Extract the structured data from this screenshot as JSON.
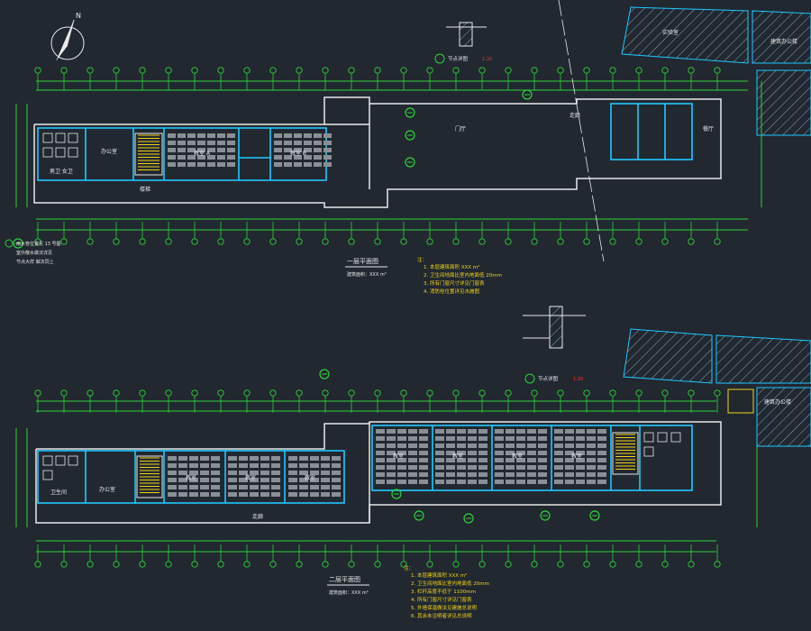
{
  "drawing": {
    "top_plan": {
      "title": "一层平面图",
      "scale_note": "建筑面积：XXX m²",
      "labels": {
        "rest_room": "男卫 女卫",
        "office_a": "办公室",
        "classroom_a": "教室 A",
        "classroom_b": "教室 B",
        "hall": "门厅",
        "corridor": "走廊",
        "dining": "餐厅",
        "neighbor_a": "实验室",
        "neighbor_b": "建筑办公楼",
        "stair": "楼梯"
      },
      "notes_title": "注：",
      "notes": [
        "1. 本层建筑面积 XXX m²",
        "2. 卫生间地面比室内地面低 20mm",
        "3. 所有门窗尺寸详见门窗表",
        "4. 消防栓位置详见水施图"
      ],
      "detail_title": "节点详图",
      "side_note": [
        "雨水管位置见 13 号图",
        "室外散水做法详见",
        "节点大样 做法同上"
      ]
    },
    "bottom_plan": {
      "title": "二层平面图",
      "scale_note": "建筑面积：XXX m²",
      "labels": {
        "classroom_1": "教室",
        "classroom_2": "教室",
        "classroom_3": "教室",
        "classroom_4": "教室",
        "classroom_5": "教室",
        "classroom_6": "教室",
        "classroom_7": "教室",
        "office_b": "办公室",
        "rest_room": "卫生间",
        "corridor": "走廊",
        "neighbor_b": "建筑办公楼"
      },
      "notes_title": "注：",
      "notes": [
        "1. 本层建筑面积 XXX m²",
        "2. 卫生间地面比室内地面低 20mm",
        "3. 栏杆高度不低于 1100mm",
        "4. 所有门窗尺寸详见门窗表",
        "5. 外墙保温做法见建施总说明",
        "6. 其余未注明者详见总说明"
      ],
      "detail_title": "节点详图"
    },
    "colors": {
      "background": "#212830",
      "wall_cyan": "#20c8ff",
      "dimension_green": "#2fd23a",
      "axis_white": "#e8e8e8",
      "note_yellow": "#f2d21a",
      "red": "#ff3030"
    }
  }
}
